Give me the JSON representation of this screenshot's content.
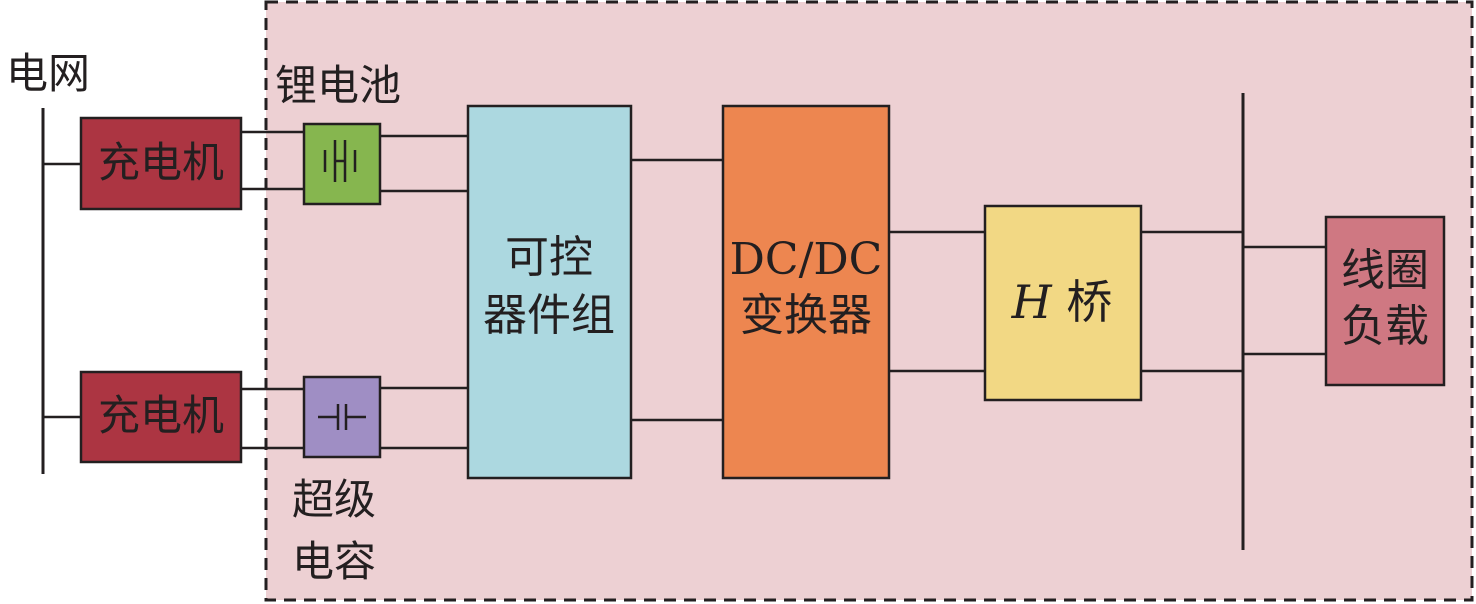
{
  "labels": {
    "grid": "电网",
    "charger_top": "充电机",
    "charger_bottom": "充电机",
    "battery": "锂电池",
    "supercap_line1": "超级",
    "supercap_line2": "电容",
    "controllable_line1": "可控",
    "controllable_line2": "器件组",
    "dcdc_line1": "DC/DC",
    "dcdc_line2": "变换器",
    "hbridge_italic": "H",
    "hbridge_text": " 桥",
    "coil_line1": "线圈",
    "coil_line2": "负载"
  },
  "colors": {
    "region_fill": "#edd0d3",
    "charger": "#ac3542",
    "battery": "#86b64f",
    "supercap": "#9f8ec4",
    "controllable": "#acd8e0",
    "dcdc": "#ed8650",
    "hbridge": "#f2d884",
    "coil": "#cf7882",
    "line": "#231f20"
  }
}
